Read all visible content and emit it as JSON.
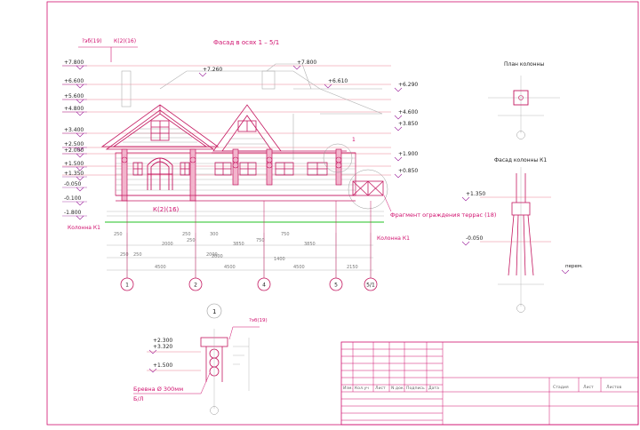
{
  "drawing": {
    "title": "Фасад в осях 1 – 5/1",
    "top_tag_left": "?эб(19)",
    "top_tag_right": "К(2)(16)",
    "mid_tag": "К(2)(16)",
    "column_label_left": "Колонна К1",
    "column_label_right": "Колонна К1",
    "fence_label": "Фрагмент ограждения террас (18)",
    "callout_num": "1",
    "levels_left": [
      "+7.800",
      "+6.600",
      "+5.600",
      "+4.800",
      "+3.400",
      "+2.500",
      "+2.000",
      "+1.500",
      "+1.350",
      "-0.050",
      "-0.100",
      "-1.800"
    ],
    "levels_mid": [
      {
        "id": "l7260",
        "label": "+7.260"
      },
      {
        "id": "l7800r",
        "label": "+7.800"
      },
      {
        "id": "l6610",
        "label": "+6.610"
      },
      {
        "id": "l6290",
        "label": "+6.290"
      },
      {
        "id": "l4600",
        "label": "+4.600"
      },
      {
        "id": "l3850",
        "label": "+3.850"
      },
      {
        "id": "l1900",
        "label": "+1.900"
      },
      {
        "id": "l0850",
        "label": "+0.850"
      }
    ],
    "dims_row1": [
      "250",
      "2000",
      "250",
      "2000",
      "250",
      "300",
      "3850",
      "750",
      "750",
      "3850"
    ],
    "dims_row2": [
      "250",
      "250",
      "2000",
      "1400"
    ],
    "dims_row3": [
      "4500",
      "4500",
      "4500",
      "2150"
    ],
    "axes": [
      "1",
      "2",
      "4",
      "5",
      "5/1"
    ]
  },
  "column_plan": {
    "title": "План колонны"
  },
  "column_facade": {
    "title": "Фасад колонны К1",
    "levels": [
      "+1.350",
      "-0.050"
    ],
    "note": "перем."
  },
  "detail": {
    "callout": "1",
    "tag": "?эб(19)",
    "levels": [
      "+2.300",
      "+3.320",
      "+1.500"
    ],
    "note_line1": "Бревна Ø 300мм",
    "note_line2": "Б/Л"
  },
  "title_block": {
    "cols": [
      "Изм.",
      "Кол.уч",
      "Лист",
      "N док.",
      "Подпись",
      "Дата"
    ],
    "right_labels": [
      "Стадия",
      "Лист",
      "Листов"
    ]
  }
}
